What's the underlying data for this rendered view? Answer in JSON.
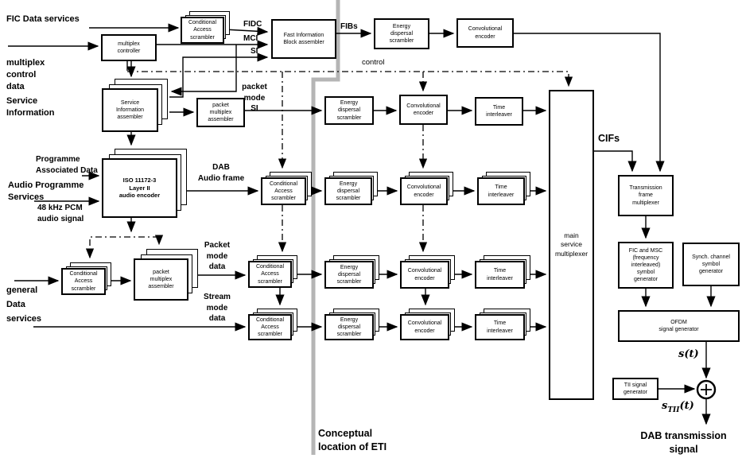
{
  "title": "DAB transmission system conceptual block diagram",
  "nodes": {
    "fic_ca_scrambler": {
      "label": "Conditional\nAccess\nscrambler"
    },
    "multiplex_controller": {
      "label": "multiplex\ncontroller"
    },
    "fib_assembler": {
      "label": "Fast Information\nBlock assembler"
    },
    "energy_scrambler_fic": {
      "label": "Energy\ndispersal\nscrambler"
    },
    "conv_encoder_fic": {
      "label": "Convolutional\nencoder"
    },
    "si_assembler": {
      "label": "Service\nInformation\nassembler"
    },
    "packet_mux_si": {
      "label": "packet\nmultiplex\nassembler"
    },
    "energy_scrambler_r1": {
      "label": "Energy\ndispersal\nscrambler"
    },
    "conv_encoder_r1": {
      "label": "Convolutional\nencoder"
    },
    "time_interleaver_r1": {
      "label": "Time\ninterleaver"
    },
    "iso_audio_encoder": {
      "label": "ISO 11172-3\nLayer II\naudio encoder"
    },
    "ca_scrambler_audio": {
      "label": "Conditional\nAccess\nscrambler"
    },
    "energy_scrambler_r2": {
      "label": "Energy\ndispersal\nscrambler"
    },
    "conv_encoder_r2": {
      "label": "Convolutional\nencoder"
    },
    "time_interleaver_r2": {
      "label": "Time\ninterleaver"
    },
    "ca_scrambler_general": {
      "label": "Conditional\nAccess\nscrambler"
    },
    "packet_mux_data": {
      "label": "packet\nmultiplex\nassembler"
    },
    "ca_scrambler_r3": {
      "label": "Conditional\nAccess\nscrambler"
    },
    "energy_scrambler_r3": {
      "label": "Energy\ndispersal\nscrambler"
    },
    "conv_encoder_r3": {
      "label": "Convolutional\nencoder"
    },
    "time_interleaver_r3": {
      "label": "Time\ninterleaver"
    },
    "ca_scrambler_r4": {
      "label": "Conditional\nAccess\nscrambler"
    },
    "energy_scrambler_r4": {
      "label": "Energy\ndispersal\nscrambler"
    },
    "conv_encoder_r4": {
      "label": "Convolutional\nencoder"
    },
    "time_interleaver_r4": {
      "label": "Time\ninterleaver"
    },
    "main_service_multiplexer": {
      "label": "main\nservice\nmultiplexer"
    },
    "transmission_frame_multiplexer": {
      "label": "Transmission\nframe\nmultiplexer"
    },
    "fic_msc_symbol_generator": {
      "label": "FIC and MSC\n(frequency\ninterleaved)\nsymbol\ngenerator"
    },
    "synch_channel_symbol_generator": {
      "label": "Synch. channel\nsymbol\ngenerator"
    },
    "ofdm_signal_generator": {
      "label": "OFDM\nsignal generator"
    },
    "tii_signal_generator": {
      "label": "TII signal\ngenerator"
    }
  },
  "labels": {
    "fic_data_services": "FIC Data services",
    "multiplex_control_data": "multiplex\ncontrol\ndata",
    "fidc": "FIDC",
    "mci": "MCI",
    "si": "SI",
    "fibs": "FIBs",
    "control": "control",
    "service_information": "Service\nInformation",
    "packet_mode_si": "packet\nmode\nSI",
    "programme_associated_data": "Programme\nAssociated Data",
    "audio_programme_services": "Audio Programme\nServices",
    "pcm_audio_signal": "48 kHz PCM\naudio signal",
    "dab_audio_frame": "DAB\nAudio frame",
    "general_data_services": "general\nData\nservices",
    "packet_mode_data": "Packet\nmode\ndata",
    "stream_mode_data": "Stream\nmode\ndata",
    "cifs": "CIFs",
    "s_t": "s(t)",
    "s_tii_base": "s",
    "s_tii_sub": "TII",
    "s_tii_tail": "(t)",
    "dab_transmission_signal": "DAB transmission\nsignal",
    "conceptual_location_eti": "Conceptual\nlocation of ETI"
  },
  "colors": {
    "line": "#000000",
    "eti_divider": "#b5b5b5",
    "box_bg": "#ffffff"
  }
}
